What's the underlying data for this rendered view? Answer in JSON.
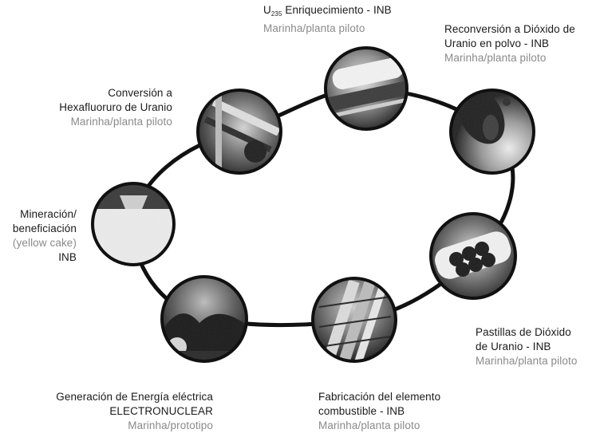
{
  "colors": {
    "ring": "#111111",
    "label": "#1a1a1a",
    "sub_label": "#8a8a8a"
  },
  "stages": [
    {
      "id": "enrichment",
      "icon": "centrifuge-photo",
      "line1_prefix": "U",
      "line1_index": "235",
      "line1": " Enriquecimiento - INB",
      "sub": "Marinha/planta piloto"
    },
    {
      "id": "reconversion",
      "icon": "uranium-dioxide-powder-photo",
      "line1": "Reconversión a Dióxido de",
      "line2": "Uranio en polvo - INB",
      "sub": "Marinha/planta piloto"
    },
    {
      "id": "pellets",
      "icon": "uranium-pellets-photo",
      "line1": "Pastillas de Dióxido",
      "line2": "de Uranio - INB",
      "sub": "Marinha/planta piloto"
    },
    {
      "id": "fuel-element",
      "icon": "fuel-element-photo",
      "line1": "Fabricación del elemento",
      "line2": "combustible - INB",
      "sub": "Marinha/planta piloto"
    },
    {
      "id": "generation",
      "icon": "nuclear-plant-photo",
      "line1": "Generación de Energía eléctrica",
      "line2": "ELECTRONUCLEAR",
      "sub": "Marinha/prototipo"
    },
    {
      "id": "mining",
      "icon": "mining-photo",
      "line1": "Mineración/",
      "line2": "beneficiación",
      "sub": "(yellow cake)",
      "line3": "INB"
    },
    {
      "id": "conversion",
      "icon": "conversion-plant-photo",
      "line1": "Conversión a",
      "line2": "Hexafluoruro de Uranio",
      "sub": "Marinha/planta piloto"
    }
  ]
}
